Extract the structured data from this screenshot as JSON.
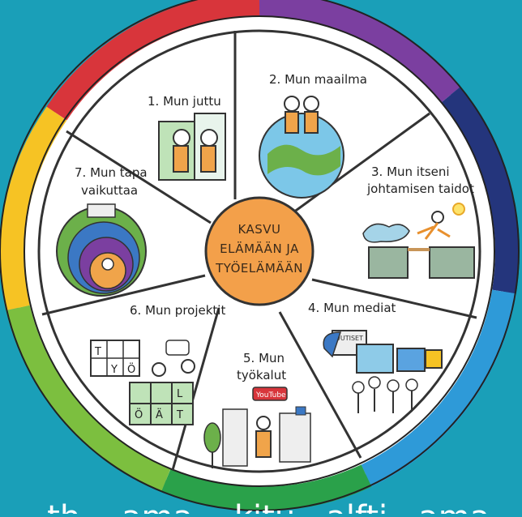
{
  "colors": {
    "background": "#1a9fb8",
    "wheel_white": "#ffffff",
    "center_orange": "#f3a04a",
    "ring": [
      "#d8353b",
      "#7b3fa0",
      "#24357c",
      "#2e9ad8",
      "#2aa14a",
      "#7cbf3f",
      "#f6c324"
    ]
  },
  "center": {
    "line1": "KASVU",
    "line2": "ELÄMÄÄN JA",
    "line3": "TYÖELÄMÄÄN"
  },
  "segments": [
    {
      "label_lines": [
        "1. Mun juttu"
      ],
      "icon": "mirror-people-icon"
    },
    {
      "label_lines": [
        "2. Mun maailma"
      ],
      "icon": "globe-people-icon"
    },
    {
      "label_lines": [
        "3. Mun itseni",
        "johtamisen taidot"
      ],
      "icon": "bridge-jump-icon"
    },
    {
      "label_lines": [
        "4. Mun mediat"
      ],
      "icon": "media-crowd-icon"
    },
    {
      "label_lines": [
        "5. Mun",
        "työkalut"
      ],
      "icon": "city-tools-icon"
    },
    {
      "label_lines": [
        "6. Mun projektit"
      ],
      "icon": "blocks-team-icon"
    },
    {
      "label_lines": [
        "7. Mun tapa",
        "vaikuttaa"
      ],
      "icon": "nested-circles-icon"
    }
  ],
  "icon_texts": {
    "youtube": "YouTube",
    "uutiset": "UUTISET",
    "block_letters": [
      "T",
      "Y",
      "Ö",
      "L",
      "Ä",
      "Ö",
      "T"
    ]
  },
  "footer": {
    "partial_text": "...th ...ama ...kitu...alfti...ama...!"
  }
}
